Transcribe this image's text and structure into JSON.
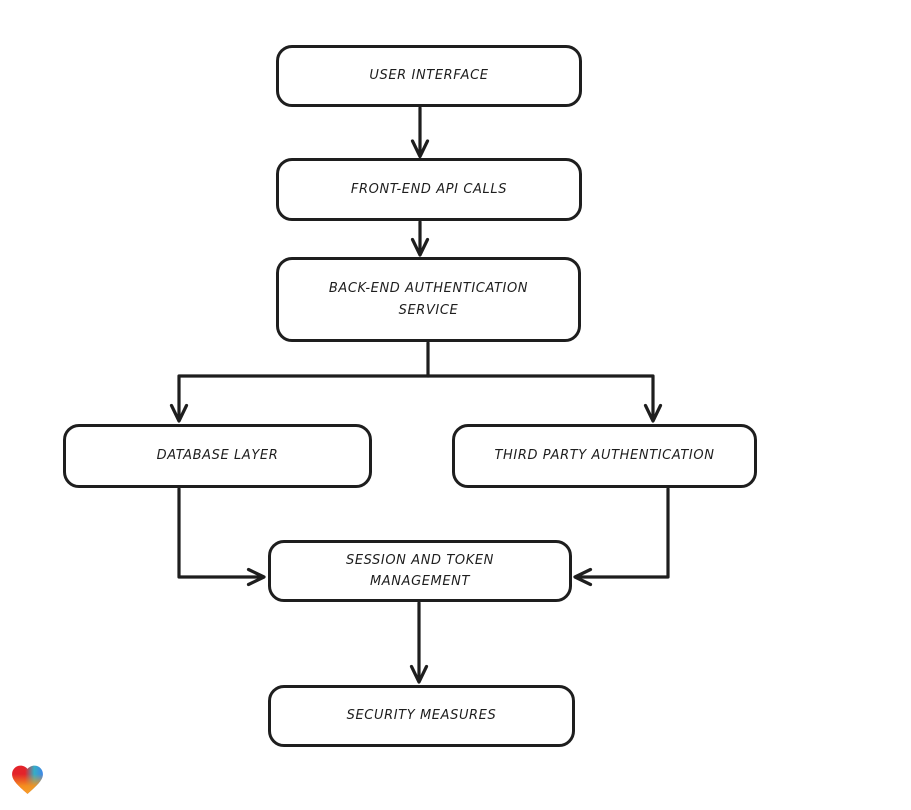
{
  "diagram": {
    "title": "",
    "nodes": [
      {
        "id": "user-interface",
        "label": "USER INTERFACE"
      },
      {
        "id": "front-end-api-calls",
        "label": "FRONT-END API CALLS"
      },
      {
        "id": "back-end-authentication-service",
        "label": "BACK-END AUTHENTICATION\nSERVICE"
      },
      {
        "id": "database-layer",
        "label": "DATABASE LAYER"
      },
      {
        "id": "third-party-authentication",
        "label": "THIRD PARTY AUTHENTICATION"
      },
      {
        "id": "session-and-token-management",
        "label": "SESSION AND TOKEN\nMANAGEMENT"
      },
      {
        "id": "security-measures",
        "label": "SECURITY MEASURES"
      }
    ],
    "edges": [
      {
        "from": "user-interface",
        "to": "front-end-api-calls"
      },
      {
        "from": "front-end-api-calls",
        "to": "back-end-authentication-service"
      },
      {
        "from": "back-end-authentication-service",
        "to": "database-layer"
      },
      {
        "from": "back-end-authentication-service",
        "to": "third-party-authentication"
      },
      {
        "from": "database-layer",
        "to": "session-and-token-management"
      },
      {
        "from": "third-party-authentication",
        "to": "session-and-token-management"
      },
      {
        "from": "session-and-token-management",
        "to": "security-measures"
      }
    ],
    "style": {
      "stroke_color": "#1e1e1e",
      "node_fill": "#ffffff",
      "background": "#ffffff"
    },
    "logo": {
      "name": "eraser-heart-logo",
      "gradient_colors": [
        "#e3232a",
        "#f5931f",
        "#35aec5",
        "#3f86e8"
      ]
    }
  }
}
